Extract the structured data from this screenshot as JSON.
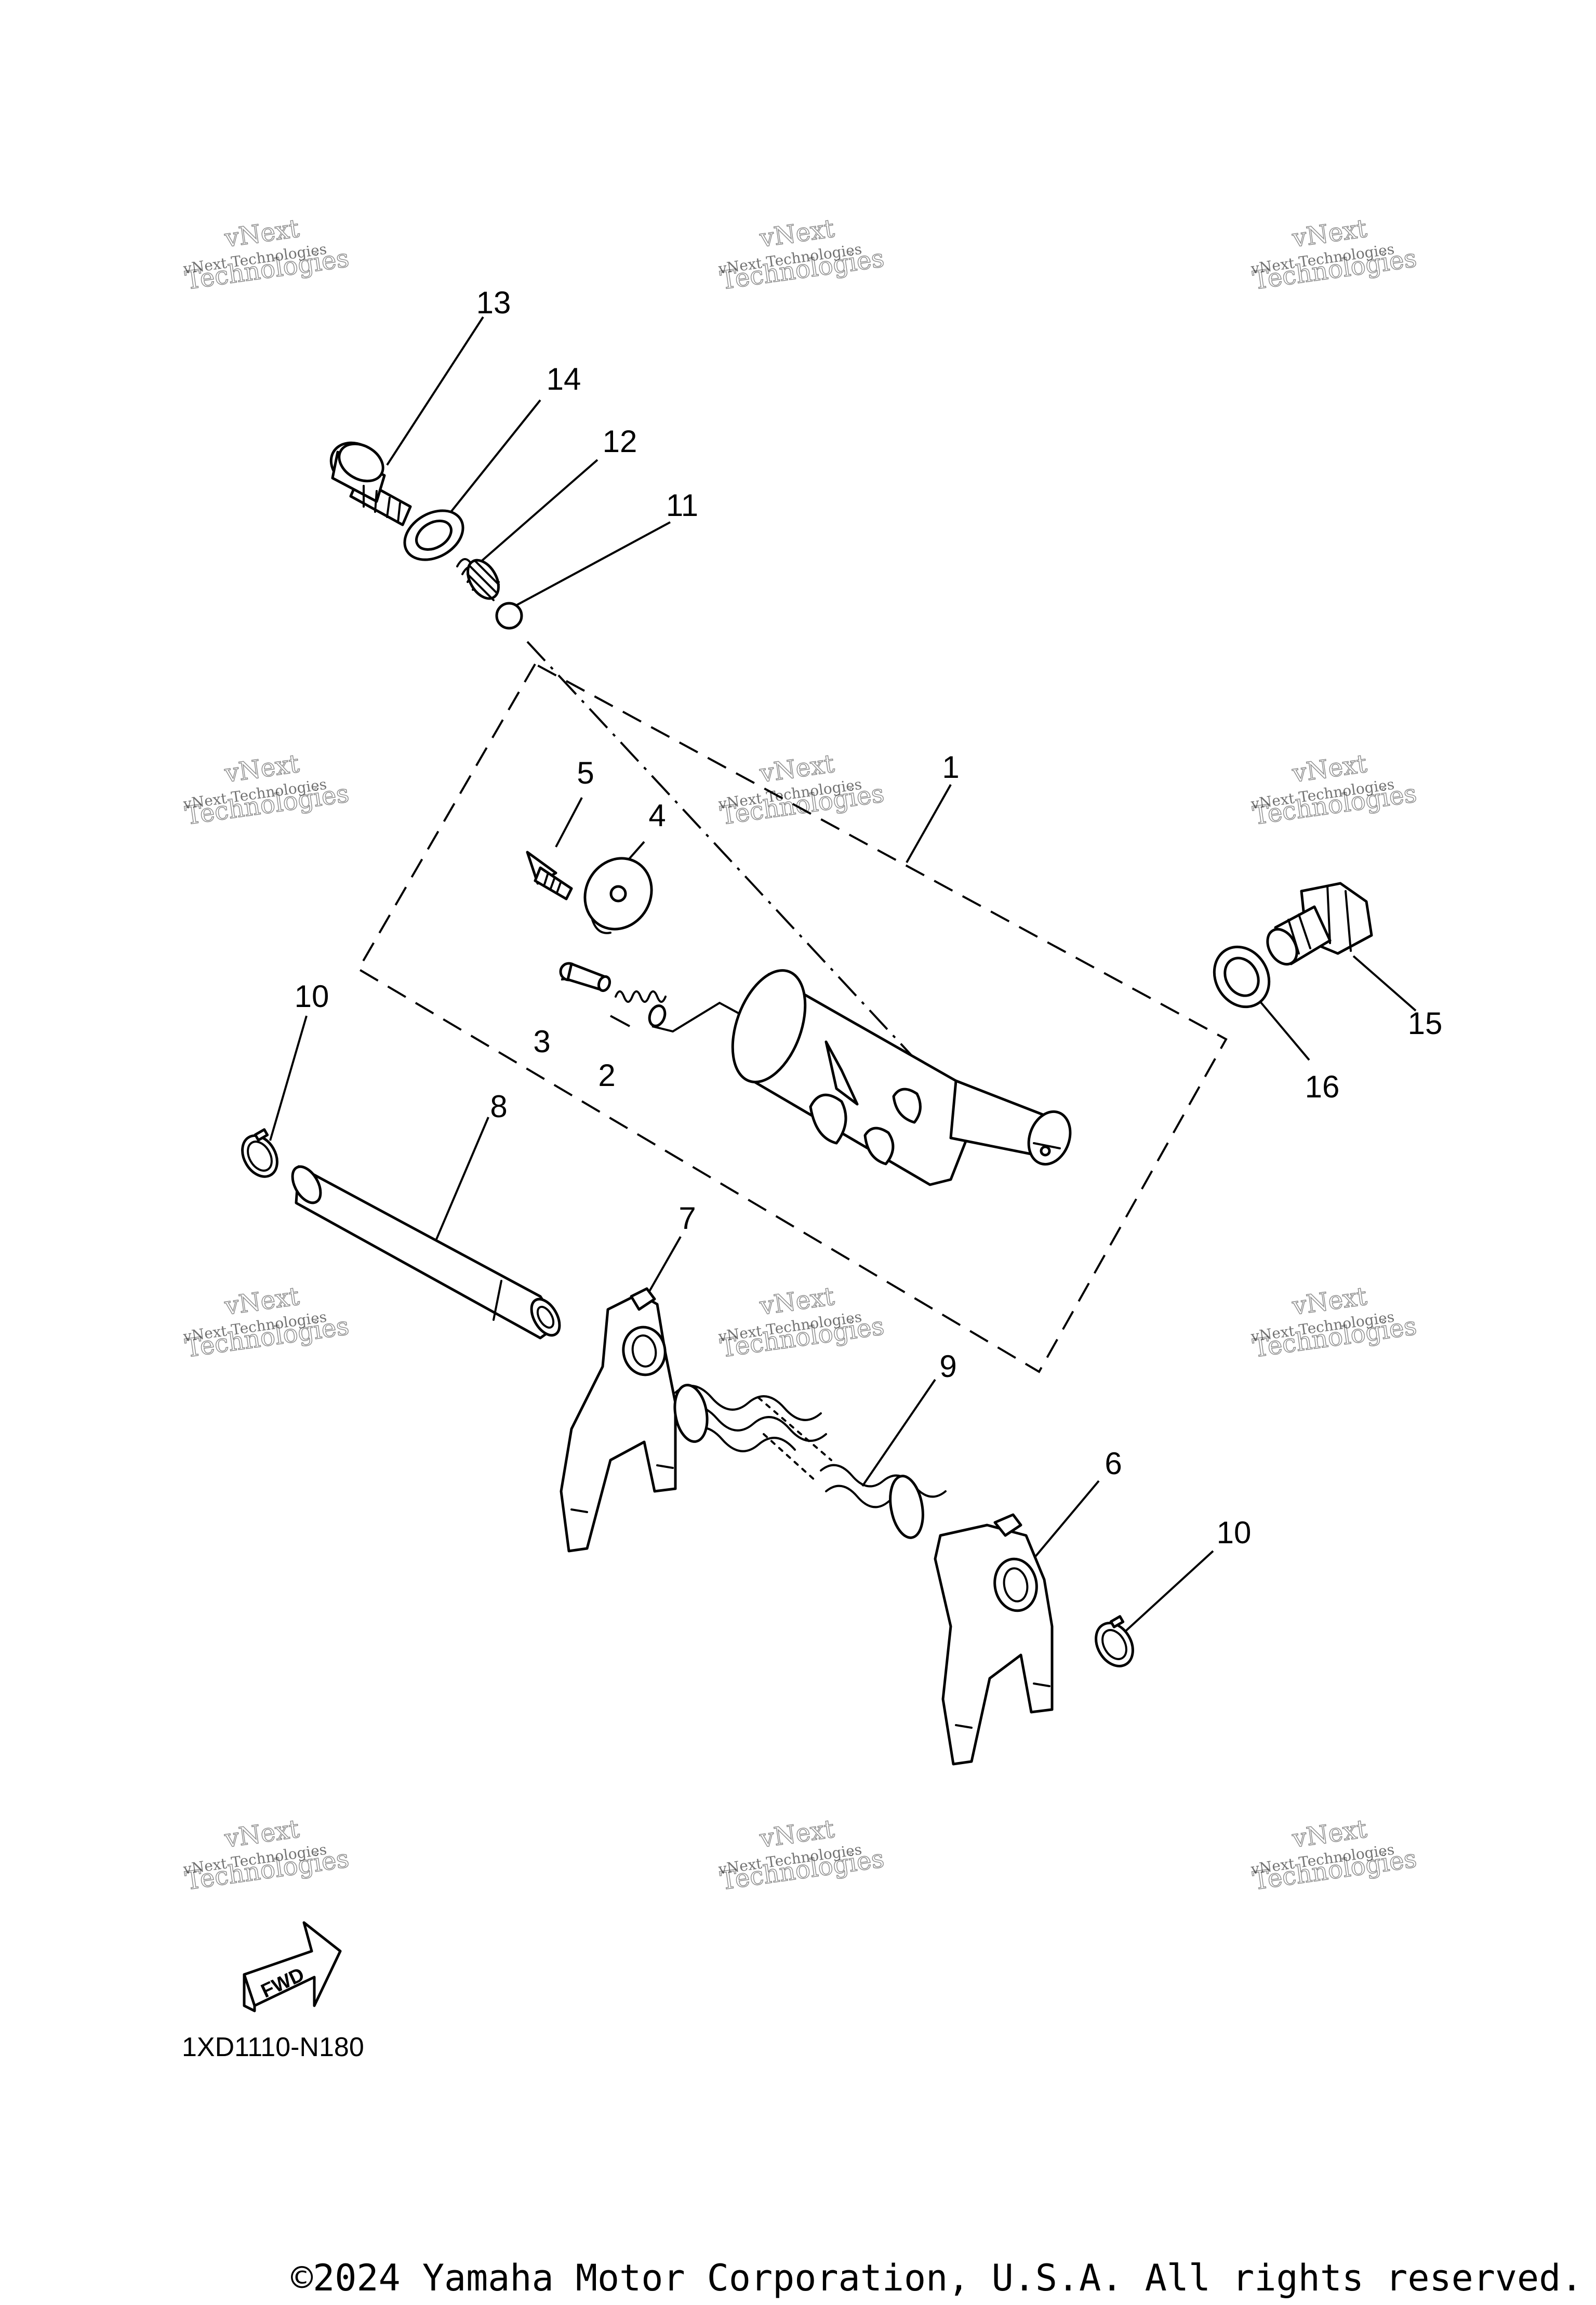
{
  "diagram": {
    "callouts": [
      {
        "id": "c1",
        "label": "1"
      },
      {
        "id": "c2",
        "label": "2"
      },
      {
        "id": "c3",
        "label": "3"
      },
      {
        "id": "c4",
        "label": "4"
      },
      {
        "id": "c5",
        "label": "5"
      },
      {
        "id": "c6",
        "label": "6"
      },
      {
        "id": "c7",
        "label": "7"
      },
      {
        "id": "c8",
        "label": "8"
      },
      {
        "id": "c9",
        "label": "9"
      },
      {
        "id": "c10a",
        "label": "10"
      },
      {
        "id": "c10b",
        "label": "10"
      },
      {
        "id": "c11",
        "label": "11"
      },
      {
        "id": "c12",
        "label": "12"
      },
      {
        "id": "c13",
        "label": "13"
      },
      {
        "id": "c14",
        "label": "14"
      },
      {
        "id": "c15",
        "label": "15"
      },
      {
        "id": "c16",
        "label": "16"
      }
    ],
    "fwd_label": "FWD",
    "diagram_code": "1XD1110-N180",
    "watermark": {
      "line1": "vNext Technologies",
      "line2": "vNext",
      "line3": "Technologies"
    }
  },
  "footer": {
    "copyright": "©2024 Yamaha Motor Corporation, U.S.A. All rights reserved."
  }
}
